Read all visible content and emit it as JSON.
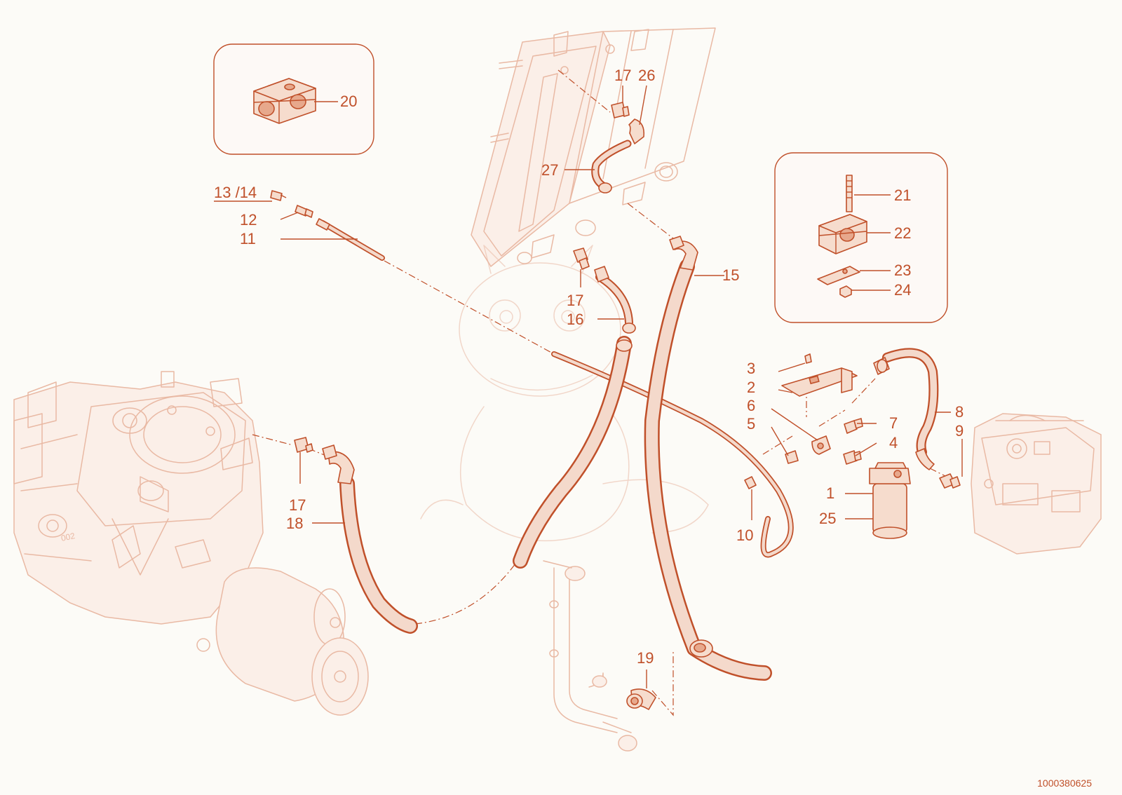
{
  "callouts": [
    {
      "id": "c1",
      "text": "1"
    },
    {
      "id": "c2",
      "text": "2"
    },
    {
      "id": "c3",
      "text": "3"
    },
    {
      "id": "c4",
      "text": "4"
    },
    {
      "id": "c5",
      "text": "5"
    },
    {
      "id": "c6",
      "text": "6"
    },
    {
      "id": "c7",
      "text": "7"
    },
    {
      "id": "c8",
      "text": "8"
    },
    {
      "id": "c9",
      "text": "9"
    },
    {
      "id": "c10",
      "text": "10"
    },
    {
      "id": "c11",
      "text": "11"
    },
    {
      "id": "c12",
      "text": "12"
    },
    {
      "id": "c1314",
      "text": "13 /14"
    },
    {
      "id": "c15",
      "text": "15"
    },
    {
      "id": "c16",
      "text": "16"
    },
    {
      "id": "c17a",
      "text": "17"
    },
    {
      "id": "c17b",
      "text": "17"
    },
    {
      "id": "c17c",
      "text": "17"
    },
    {
      "id": "c18",
      "text": "18"
    },
    {
      "id": "c19",
      "text": "19"
    },
    {
      "id": "c20",
      "text": "20"
    },
    {
      "id": "c21",
      "text": "21"
    },
    {
      "id": "c22",
      "text": "22"
    },
    {
      "id": "c23",
      "text": "23"
    },
    {
      "id": "c24",
      "text": "24"
    },
    {
      "id": "c25",
      "text": "25"
    },
    {
      "id": "c26",
      "text": "26"
    },
    {
      "id": "c27",
      "text": "27"
    }
  ],
  "document_number": "1000380625",
  "colors": {
    "accent": "#c0502a",
    "faint": "#e9b9a4",
    "background": "#fcfbf7"
  }
}
